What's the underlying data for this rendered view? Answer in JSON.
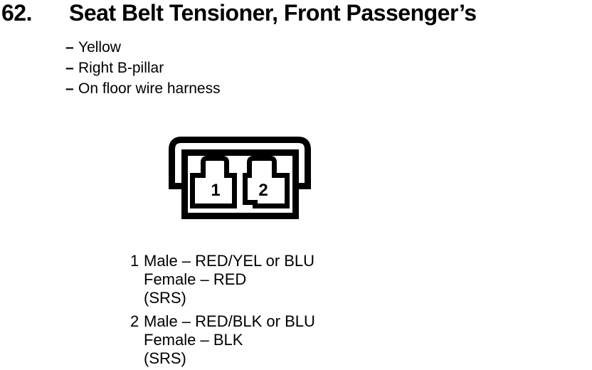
{
  "header": {
    "item_number": "62.",
    "title": "Seat Belt Tensioner, Front Passenger’s"
  },
  "details": {
    "dash": "–",
    "items": [
      "Yellow",
      "Right B-pillar",
      "On floor wire harness"
    ]
  },
  "connector": {
    "description": "2-cavity connector, front view",
    "pins": [
      {
        "number": "1"
      },
      {
        "number": "2"
      }
    ]
  },
  "legend": {
    "items": [
      {
        "number": "1",
        "lines": [
          "Male – RED/YEL or BLU",
          "Female – RED",
          "(SRS)"
        ]
      },
      {
        "number": "2",
        "lines": [
          "Male – RED/BLK or BLU",
          "Female – BLK",
          "(SRS)"
        ]
      }
    ]
  },
  "colors": {
    "foreground": "#000000",
    "background": "#ffffff"
  }
}
